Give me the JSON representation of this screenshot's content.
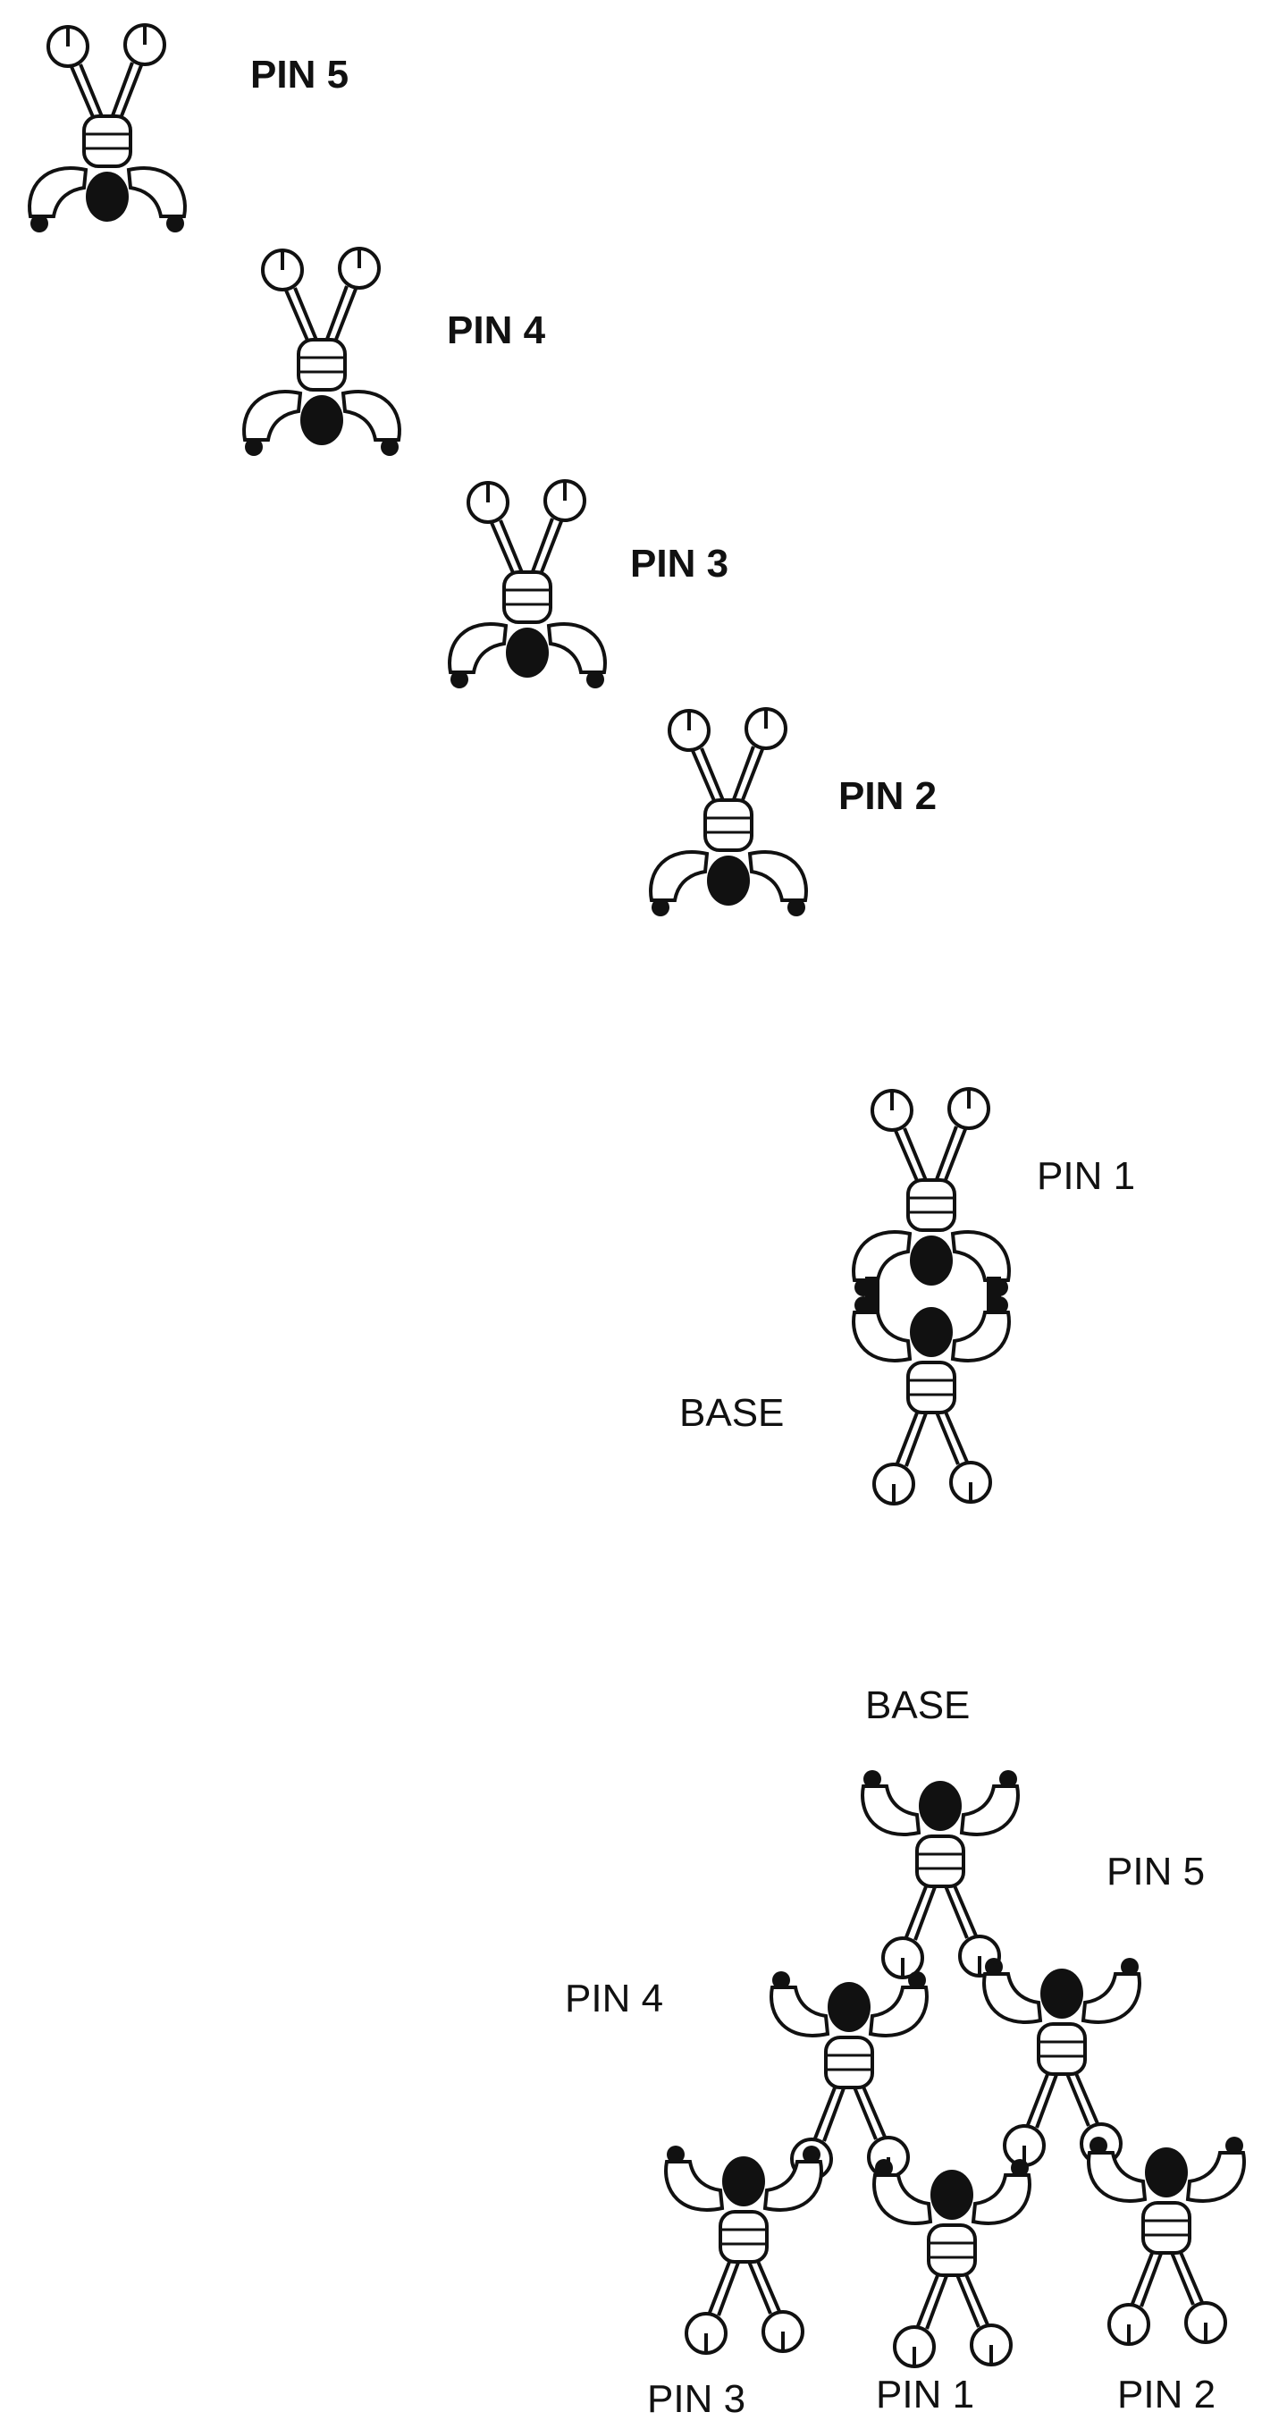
{
  "top_sequence": {
    "pin5": "PIN 5",
    "pin4": "PIN 4",
    "pin3": "PIN 3",
    "pin2": "PIN 2"
  },
  "pair": {
    "pin1": "PIN 1",
    "base": "BASE"
  },
  "pyramid": {
    "base": "BASE",
    "pin5": "PIN 5",
    "pin4": "PIN 4",
    "pin3": "PIN 3",
    "pin1": "PIN 1",
    "pin2": "PIN 2"
  },
  "colors": {
    "ink": "#111111",
    "paper": "#ffffff"
  }
}
